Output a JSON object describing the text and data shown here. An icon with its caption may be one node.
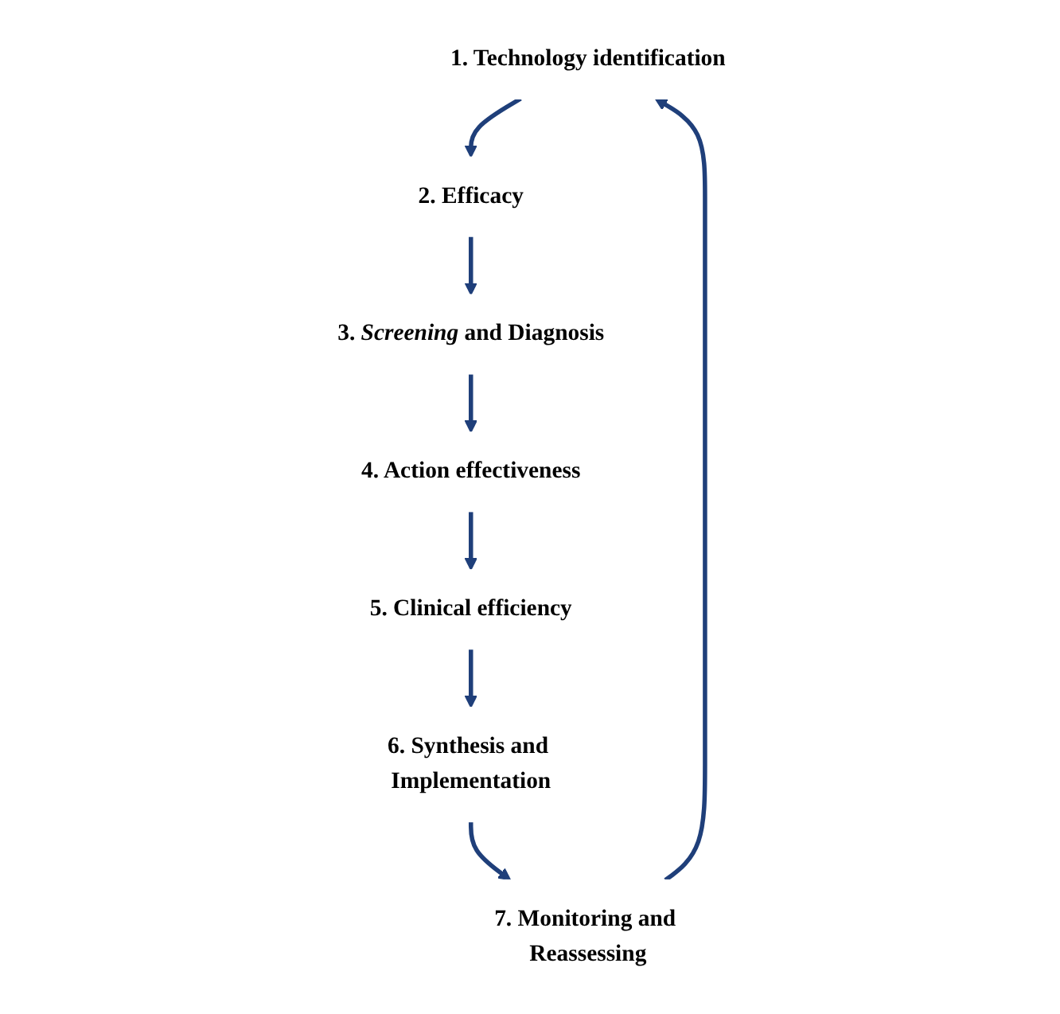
{
  "diagram": {
    "nodes": [
      {
        "text": [
          "1. Technology identification"
        ]
      },
      {
        "text": [
          "2. Efficacy"
        ]
      },
      {
        "text": [
          "3. *Screening* and Diagnosis"
        ]
      },
      {
        "text": [
          "4. Action effectiveness"
        ]
      },
      {
        "text": [
          "5. Clinical efficiency"
        ]
      },
      {
        "text": [
          "6. Synthesis and Implementation"
        ]
      },
      {
        "text": [
          "7. Monitoring and Reassessing"
        ]
      }
    ],
    "edges": [
      {
        "from": 0,
        "to": 1,
        "arrow": "to"
      },
      {
        "from": 1,
        "to": 2,
        "arrow": "to"
      },
      {
        "from": 2,
        "to": 3,
        "arrow": "to"
      },
      {
        "from": 3,
        "to": 4,
        "arrow": "to"
      },
      {
        "from": 4,
        "to": 5,
        "arrow": "to"
      },
      {
        "from": 5,
        "to": 6,
        "arrow": "to"
      },
      {
        "from": 6,
        "to": 0,
        "arrow": "to"
      }
    ]
  }
}
